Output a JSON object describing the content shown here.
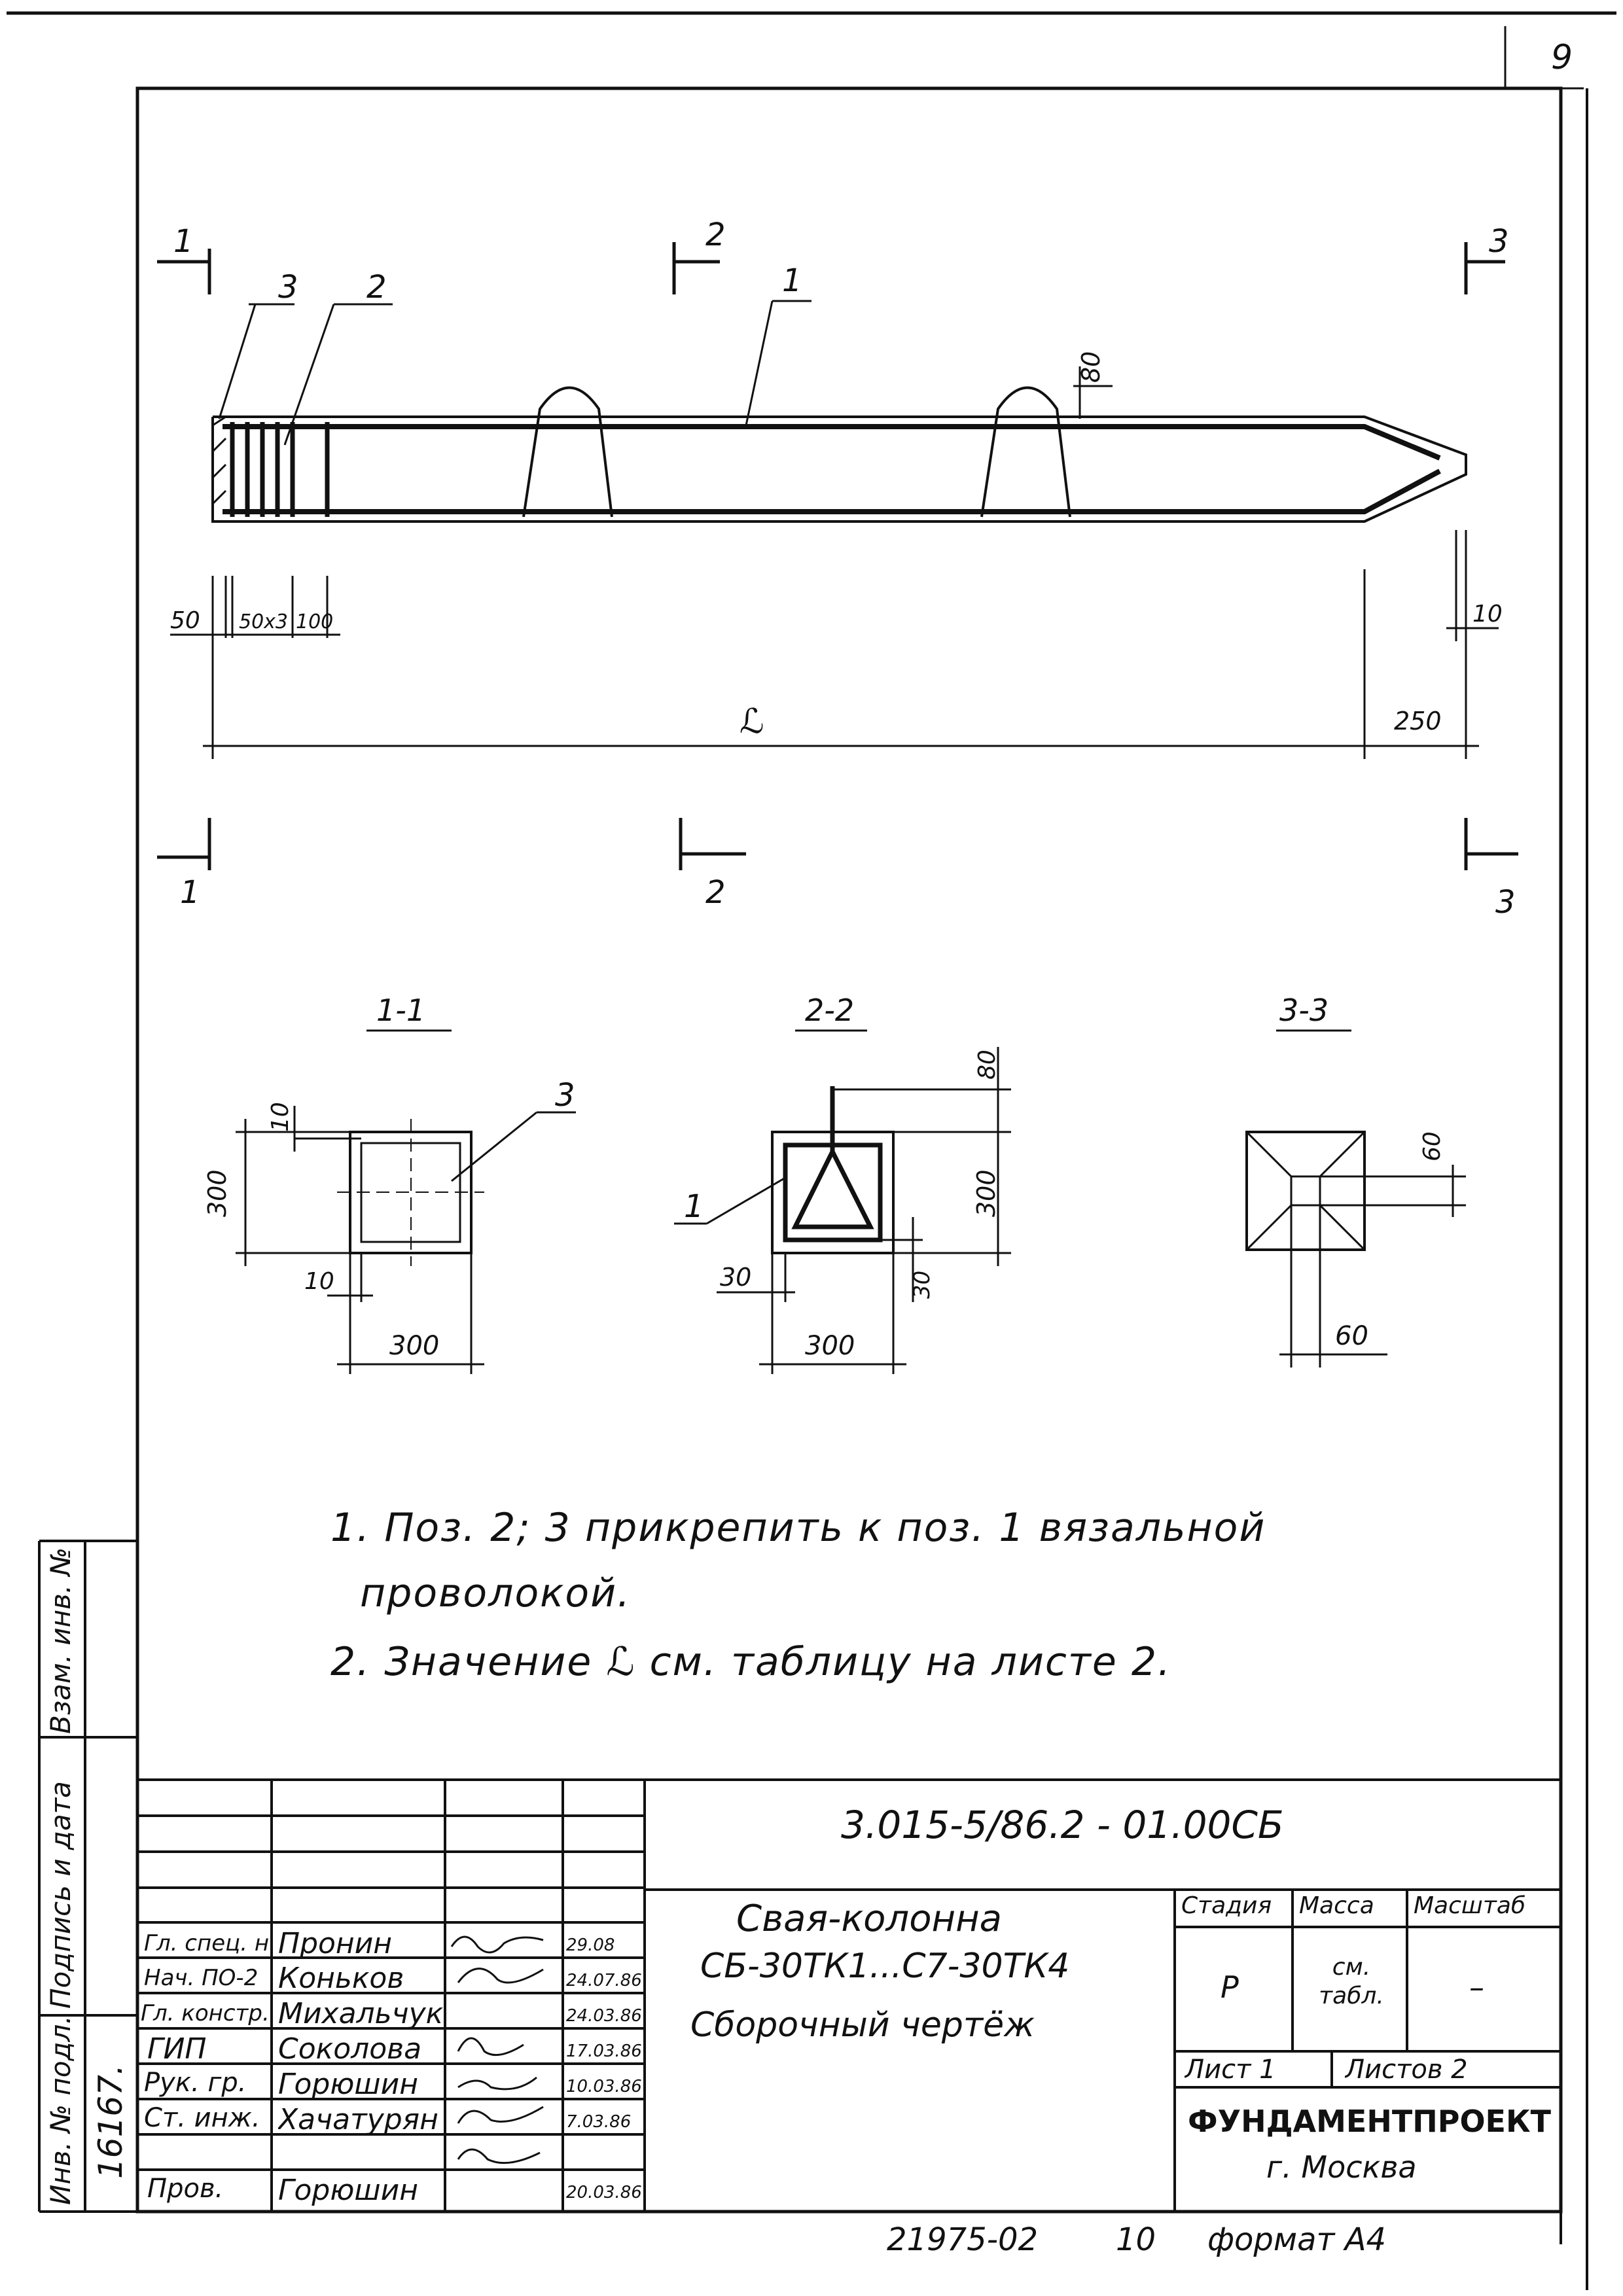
{
  "sheet_number": "9",
  "elevation": {
    "section_marks": [
      "1",
      "2",
      "3"
    ],
    "callouts": [
      "3",
      "2",
      "1"
    ],
    "dims": {
      "top80": "80",
      "d50": "50",
      "d50x3": "50x3",
      "d100": "100",
      "d10": "10",
      "L": "ℒ",
      "d250": "250"
    }
  },
  "sections": {
    "s1": {
      "title": "1-1",
      "callout": "3",
      "d10a": "10",
      "d300v": "300",
      "d10b": "10",
      "d300h": "300"
    },
    "s2": {
      "title": "2-2",
      "callout": "1",
      "d80": "80",
      "d300v": "300",
      "d30a": "30",
      "d30b": "30",
      "d300h": "300"
    },
    "s3": {
      "title": "3-3",
      "d60v": "60",
      "d60h": "60"
    }
  },
  "notes": [
    "1. Поз. 2; 3 прикрепить к поз. 1 вязальной",
    "проволокой.",
    "2. Значение ℒ см. таблицу  на листе 2."
  ],
  "side_stamp": {
    "vzam": "Взам. инв. №",
    "podpis": "Подпись и дата",
    "inv": "Инв. № подл.",
    "inv_value": "16167."
  },
  "title_block": {
    "designation": "3.015-5/86.2 - 01.00СБ",
    "name_line1": "Свая-колонна",
    "name_line2": "СБ-30ТК1...С7-30ТК4",
    "name_line3": "Сборочный  чертёж",
    "h_stage": "Стадия",
    "h_mass": "Масса",
    "h_scale": "Масштаб",
    "stage": "Р",
    "mass": "см. табл.",
    "scale": "–",
    "sheet": "Лист 1",
    "sheets": "Листов 2",
    "org1": "ФУНДАМЕНТПРОЕКТ",
    "org2": "г. Москва",
    "people": [
      {
        "role": "Гл. спец. н.к.",
        "name": "Пронин",
        "date": "29.08"
      },
      {
        "role": "Нач. ПО-2",
        "name": "Коньков",
        "date": "24.07.86"
      },
      {
        "role": "Гл. констр.",
        "name": "Михальчук",
        "date": "24.03.86"
      },
      {
        "role": "ГИП",
        "name": "Соколова",
        "date": "17.03.86"
      },
      {
        "role": "Рук. гр.",
        "name": "Горюшин",
        "date": "10.03.86"
      },
      {
        "role": "Ст. инж.",
        "name": "Хачатурян",
        "date": "7.03.86"
      },
      {
        "role": "Пров.",
        "name": "Горюшин",
        "date": "20.03.86"
      }
    ]
  },
  "footer": {
    "archive": "21975-02",
    "page": "10",
    "format": "формат А4"
  }
}
